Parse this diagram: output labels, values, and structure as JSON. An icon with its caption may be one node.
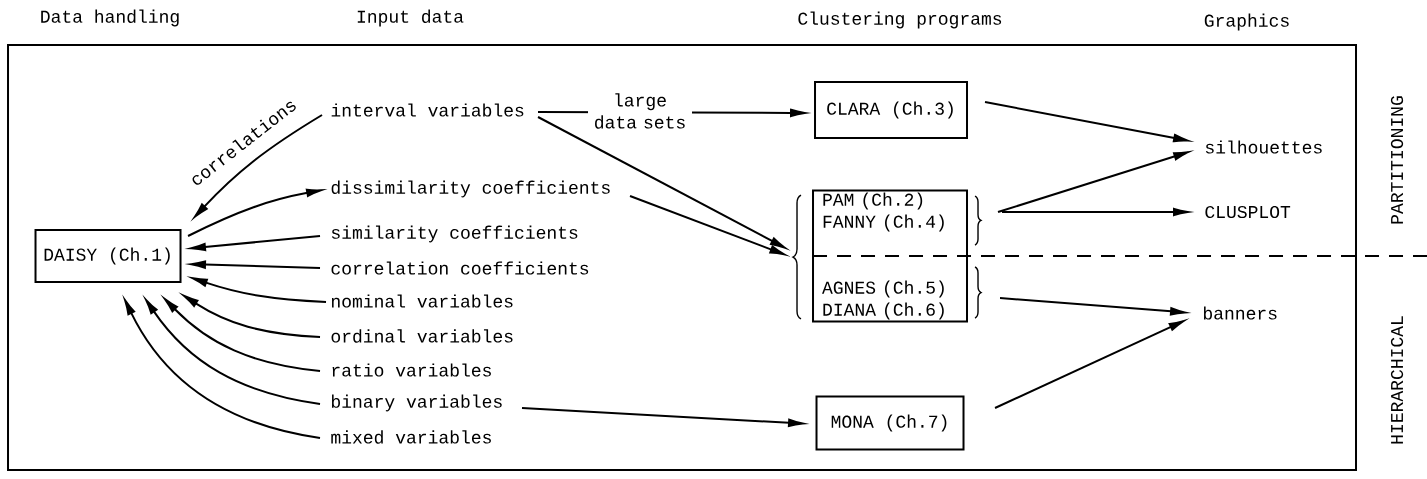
{
  "diagram": {
    "nodes": [
      {
        "text": [
          "DAISY (Ch.1)"
        ]
      },
      {
        "text": [
          "interval variables"
        ]
      },
      {
        "text": [
          "dissimilarity coefficients"
        ]
      },
      {
        "text": [
          "similarity coefficients"
        ]
      },
      {
        "text": [
          "correlation coefficients"
        ]
      },
      {
        "text": [
          "nominal variables"
        ]
      },
      {
        "text": [
          "ordinal variables"
        ]
      },
      {
        "text": [
          "ratio variables"
        ]
      },
      {
        "text": [
          "binary variables"
        ]
      },
      {
        "text": [
          "mixed variables"
        ]
      },
      {
        "text": [
          "CLARA (Ch.3)"
        ]
      },
      {
        "text": [
          "PAM (Ch.2) FANNY (Ch.4)",
          "AGNES (Ch.5) DIANA (Ch.6)"
        ]
      },
      {
        "text": [
          "MONA (Ch.7)"
        ]
      },
      {
        "text": [
          "silhouettes"
        ]
      },
      {
        "text": [
          "CLUSPLOT"
        ]
      },
      {
        "text": [
          "banners"
        ]
      }
    ],
    "edges": [
      {
        "from": 1,
        "to": 0,
        "arrow": "to",
        "label": "correlations"
      },
      {
        "from": 0,
        "to": 2,
        "arrow": "to"
      },
      {
        "from": 3,
        "to": 0,
        "arrow": "to"
      },
      {
        "from": 4,
        "to": 0,
        "arrow": "to"
      },
      {
        "from": 5,
        "to": 0,
        "arrow": "to"
      },
      {
        "from": 6,
        "to": 0,
        "arrow": "to"
      },
      {
        "from": 7,
        "to": 0,
        "arrow": "to"
      },
      {
        "from": 8,
        "to": 0,
        "arrow": "to"
      },
      {
        "from": 9,
        "to": 0,
        "arrow": "to"
      },
      {
        "from": 1,
        "to": 10,
        "arrow": "to",
        "label": "large data sets"
      },
      {
        "from": 1,
        "to": 11,
        "arrow": "to"
      },
      {
        "from": 2,
        "to": 11,
        "arrow": "to"
      },
      {
        "from": 8,
        "to": 12,
        "arrow": "to"
      },
      {
        "from": 10,
        "to": 13,
        "arrow": "to"
      },
      {
        "from": 11,
        "to": 13,
        "arrow": "to"
      },
      {
        "from": 11,
        "to": 14,
        "arrow": "to"
      },
      {
        "from": 11,
        "to": 15,
        "arrow": "to"
      },
      {
        "from": 12,
        "to": 15,
        "arrow": "to"
      }
    ],
    "labels": [
      "Data handling",
      "Input data",
      "Clustering programs",
      "Graphics",
      "PARTITIONING",
      "HIERARCHICAL"
    ]
  }
}
